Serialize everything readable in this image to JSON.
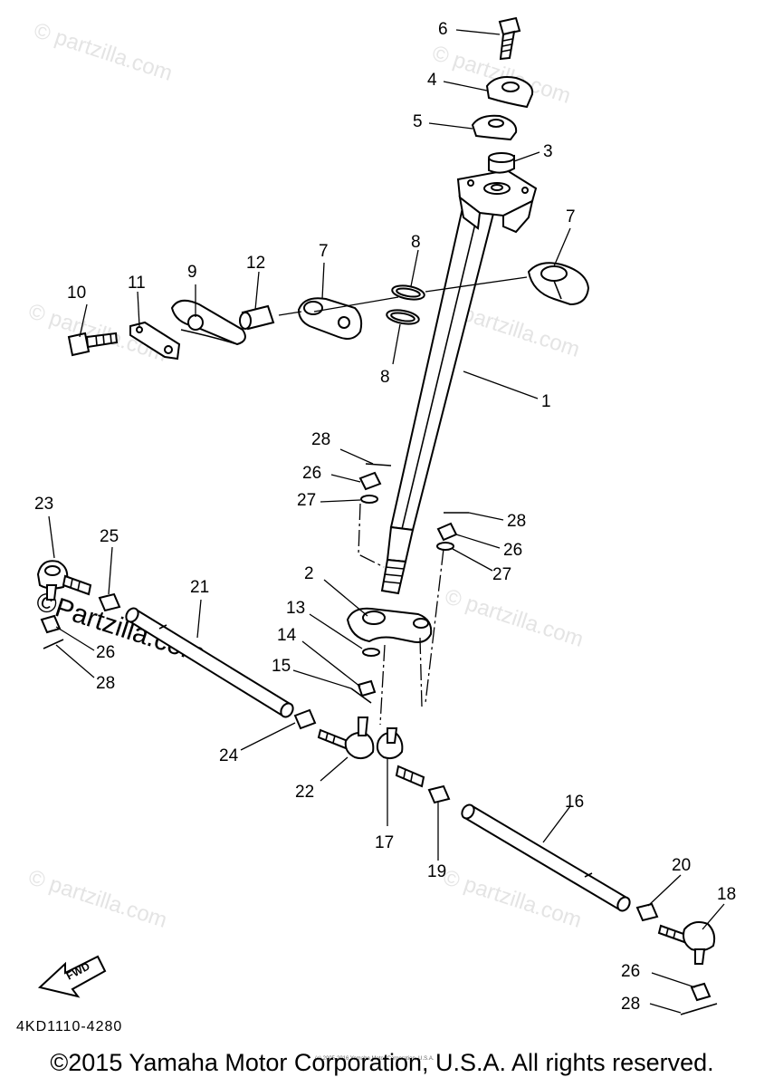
{
  "watermark": {
    "text": "© partzilla.com",
    "text_bold": "©Partzilla.com"
  },
  "callouts": {
    "p1": "1",
    "p2": "2",
    "p3": "3",
    "p4": "4",
    "p5": "5",
    "p6": "6",
    "p7a": "7",
    "p7b": "7",
    "p8a": "8",
    "p8b": "8",
    "p9": "9",
    "p10": "10",
    "p11": "11",
    "p12": "12",
    "p13": "13",
    "p14": "14",
    "p15": "15",
    "p16": "16",
    "p17": "17",
    "p18": "18",
    "p19": "19",
    "p20": "20",
    "p21": "21",
    "p22": "22",
    "p23": "23",
    "p24": "24",
    "p25": "25",
    "p26a": "26",
    "p26b": "26",
    "p26c": "26",
    "p26d": "26",
    "p27a": "27",
    "p27b": "27",
    "p28a": "28",
    "p28b": "28",
    "p28c": "28",
    "p28d": "28"
  },
  "fwd_label": "FWD",
  "diagram_code": "4KD1110-4280",
  "small_credit": "(c) 2005-2016 Yamaha Motor Corporation, U.S.A.",
  "copyright": "©2015 Yamaha Motor Corporation, U.S.A. All rights reserved."
}
